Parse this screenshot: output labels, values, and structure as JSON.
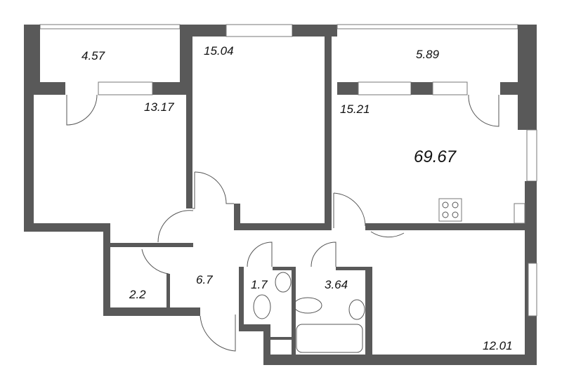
{
  "plan": {
    "total_area": "69.67",
    "rooms": [
      {
        "id": "balcony-left",
        "area": "4.57"
      },
      {
        "id": "bedroom-left",
        "area": "13.17"
      },
      {
        "id": "bedroom-middle",
        "area": "15.04"
      },
      {
        "id": "balcony-right",
        "area": "5.89"
      },
      {
        "id": "living-kitchen",
        "area": "15.21"
      },
      {
        "id": "storage",
        "area": "2.2"
      },
      {
        "id": "hallway",
        "area": "6.7"
      },
      {
        "id": "toilet",
        "area": "1.7"
      },
      {
        "id": "bathroom",
        "area": "3.64"
      },
      {
        "id": "bedroom-right",
        "area": "12.01"
      }
    ],
    "colors": {
      "wall": "#595959",
      "background": "#ffffff"
    }
  }
}
